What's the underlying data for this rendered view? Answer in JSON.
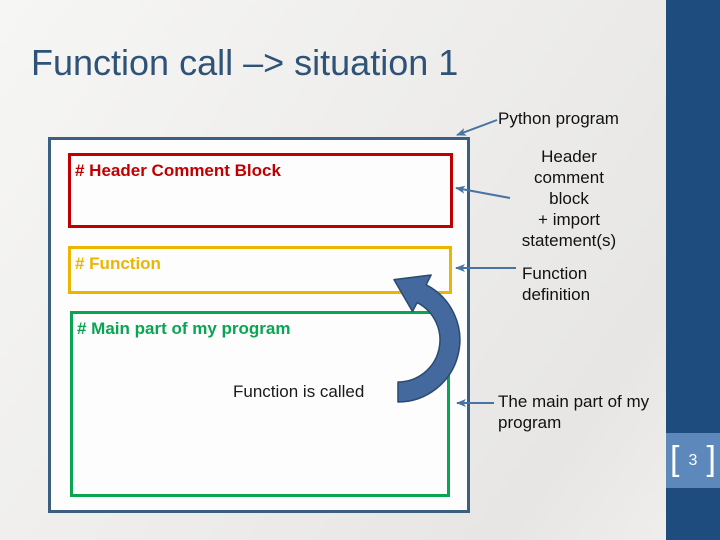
{
  "slide": {
    "title": "Function call –> situation 1",
    "page_number": "3",
    "bracket_left": "[",
    "bracket_right": "]"
  },
  "diagram": {
    "outer_box": "Python program",
    "boxes": [
      {
        "id": "header-comment",
        "label": "# Header Comment Block",
        "color": "#C00000"
      },
      {
        "id": "function",
        "label": "# Function",
        "color": "#EDB400"
      },
      {
        "id": "main-program",
        "label": "# Main part of my program",
        "color": "#0AA551"
      }
    ],
    "inner_text": "Function is called"
  },
  "annotations": {
    "python_program": "Python program",
    "header_note": "Header\ncomment\nblock\n+ import\nstatement(s)",
    "function_note": "Function\ndefinition",
    "main_note": "The main part of my\nprogram"
  },
  "colors": {
    "title": "#2E5377",
    "outer-border": "#3C5E80",
    "red": "#C00000",
    "gold": "#EDB400",
    "green": "#0AA551",
    "arrow": "#44699E",
    "arrow-outline": "#2B4A70",
    "connector": "#4874A4",
    "sidebar": "#1F4C7E",
    "badge": "#5C88BB"
  }
}
